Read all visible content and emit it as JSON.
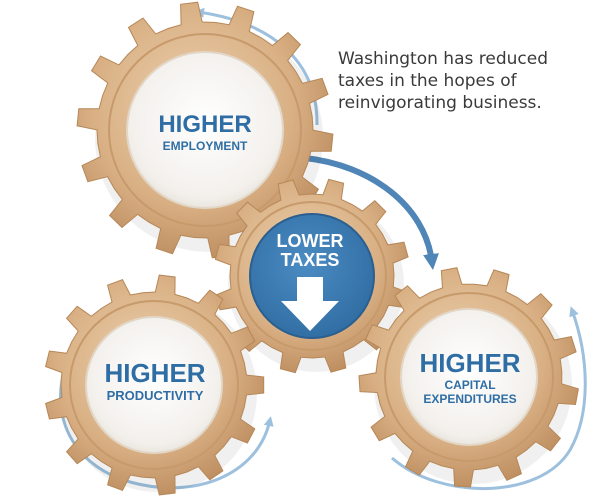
{
  "caption": {
    "lines": [
      "Washington has reduced",
      "taxes in the hopes of",
      "reinvigorating business."
    ]
  },
  "gears": {
    "employment": {
      "title": "HIGHER",
      "subtitle": "EMPLOYMENT"
    },
    "taxes": {
      "title_line1": "LOWER",
      "title_line2": "TAXES",
      "icon": "down-arrow-icon"
    },
    "productivity": {
      "title": "HIGHER",
      "subtitle": "PRODUCTIVITY"
    },
    "capital": {
      "title": "HIGHER",
      "subtitle_line1": "CAPITAL",
      "subtitle_line2": "EXPENDITURES"
    }
  },
  "colors": {
    "gear_tan": "#d9b084",
    "gear_tan_dark": "#b98a5c",
    "gear_inner_light": "#fbfaf8",
    "center_blue": "#3d7eb4",
    "label_blue": "#2f6ea5",
    "cycle_arrow_light": "#9cc0dd",
    "cycle_arrow_dark": "#4f86b7"
  }
}
